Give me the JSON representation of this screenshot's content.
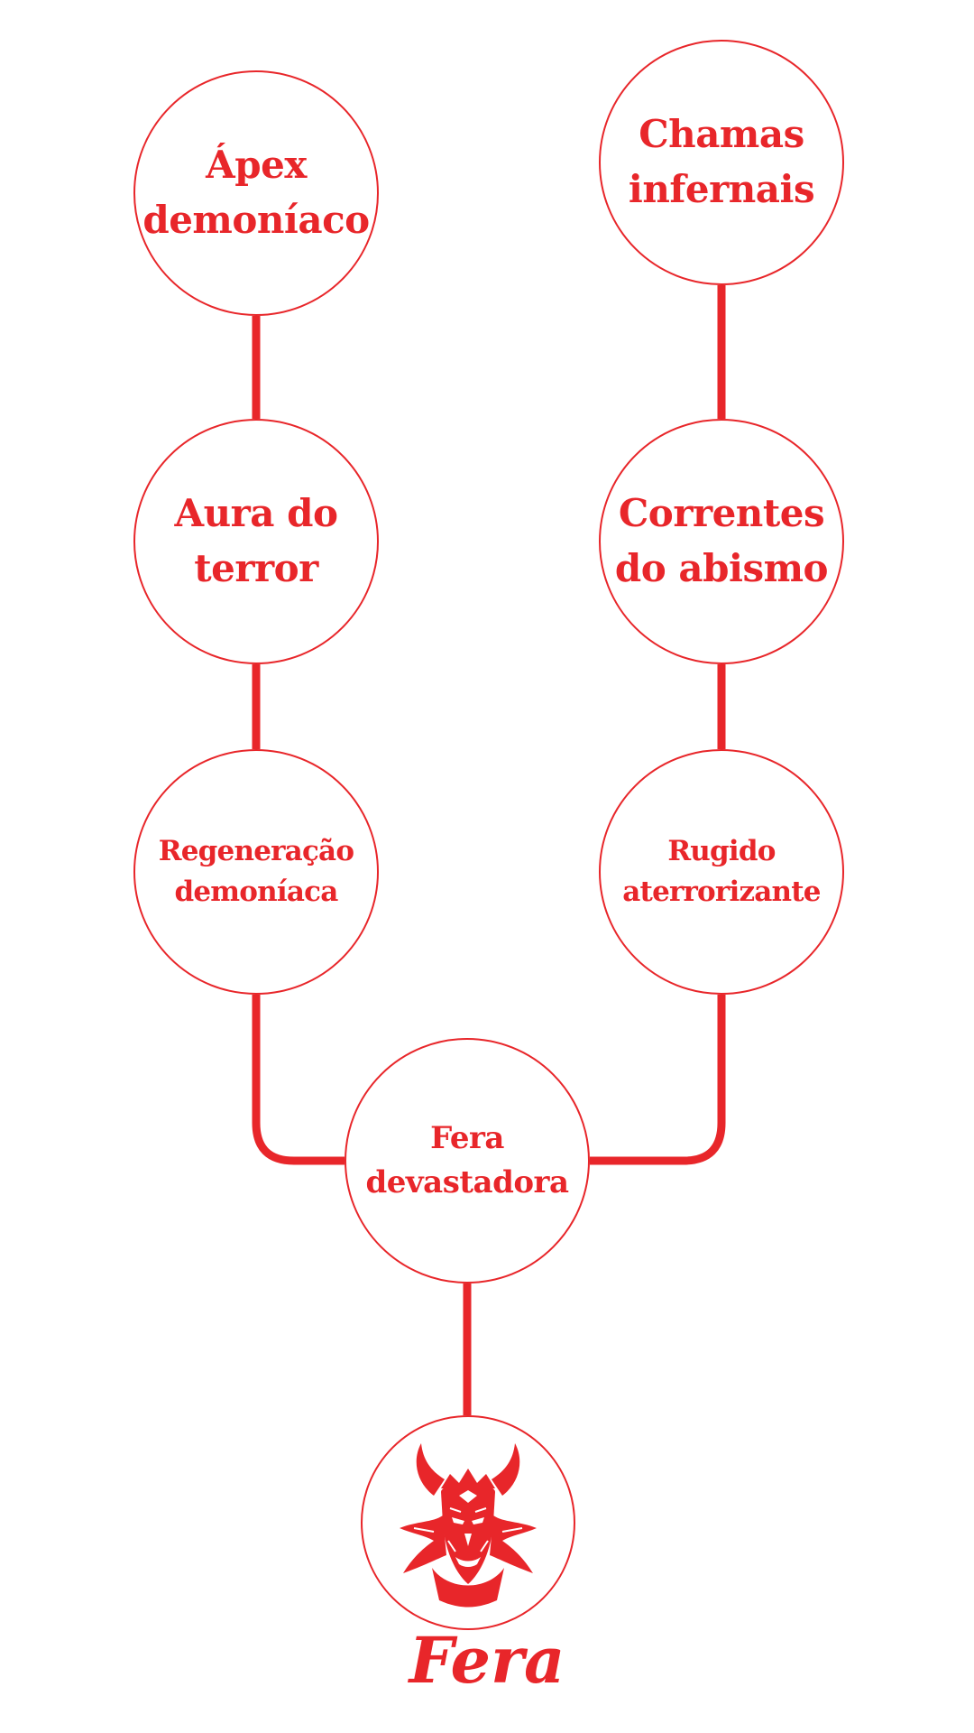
{
  "colors": {
    "accent": "#e8262a",
    "background": "#ffffff"
  },
  "skill_tree": {
    "root": {
      "title": "Fera",
      "icon": "demon-head-icon"
    },
    "nodes": {
      "fera_devastadora": "Fera\ndevastadora",
      "regeneracao": "Regeneração\ndemoníaca",
      "rugido": "Rugido\naterrorizante",
      "aura": "Aura do\nterror",
      "correntes": "Correntes\ndo abismo",
      "apex": "Ápex\ndemoníaco",
      "chamas": "Chamas\ninfernais"
    }
  }
}
